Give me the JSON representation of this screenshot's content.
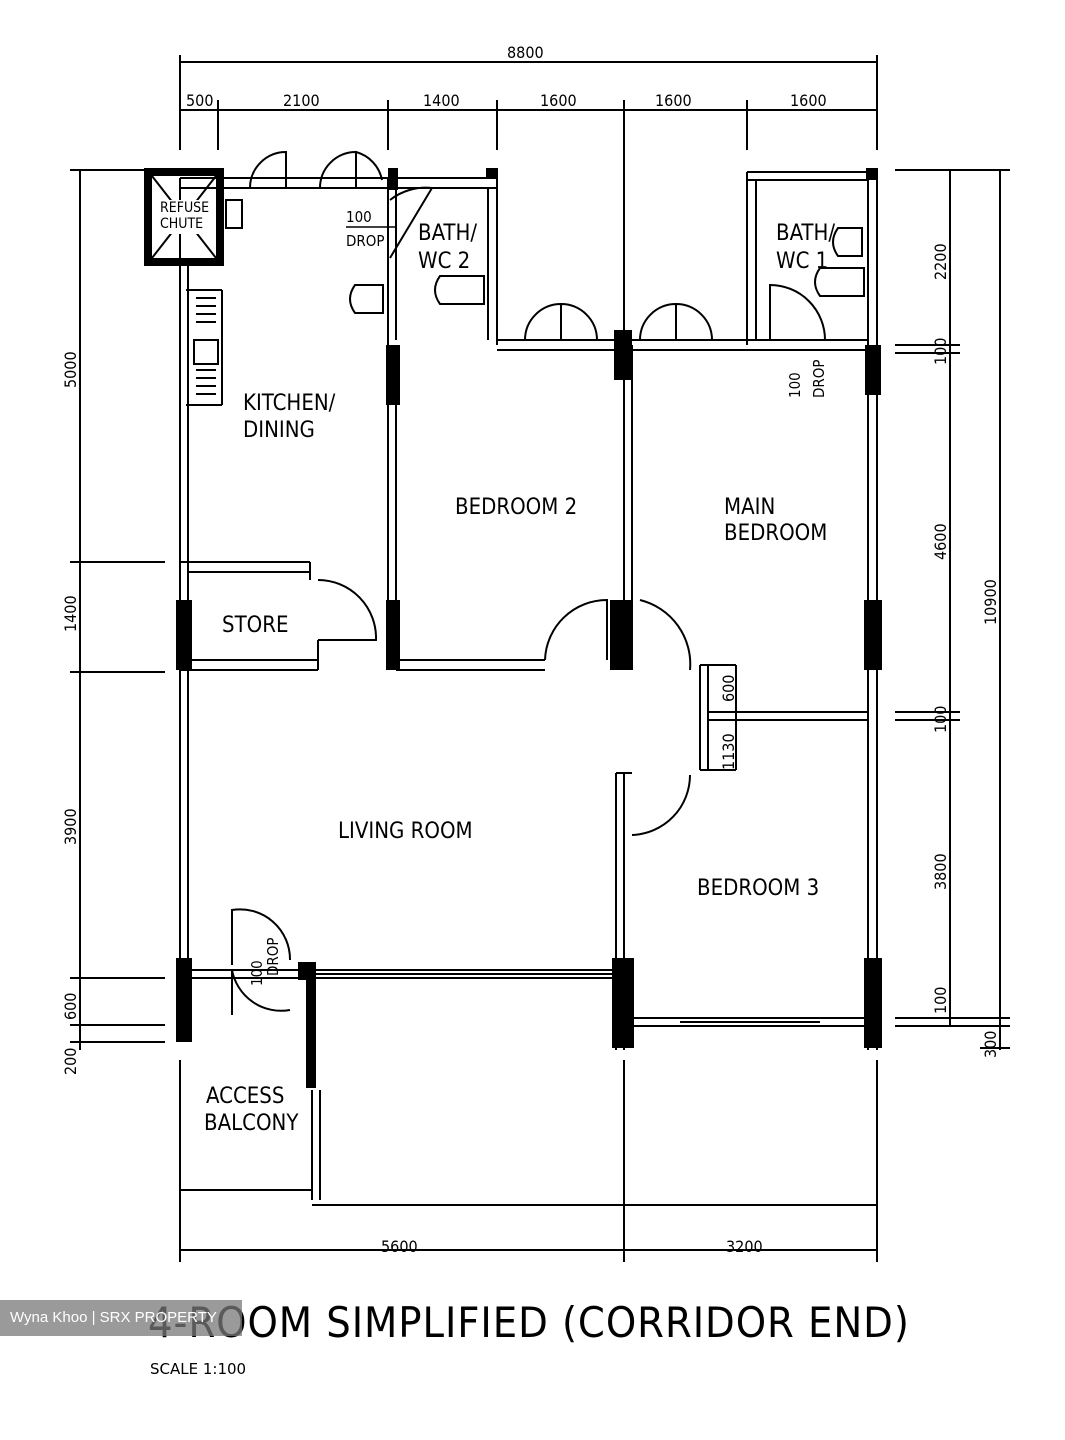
{
  "drawing": {
    "title": "4-ROOM SIMPLIFIED (CORRIDOR END)",
    "scale": "SCALE   1:100",
    "watermark": "Wyna Khoo | SRX PROPERTY"
  },
  "rooms": {
    "refuse_chute_1": "REFUSE",
    "refuse_chute_2": "CHUTE",
    "bath_wc2_1": "BATH/",
    "bath_wc2_2": "WC  2",
    "bath_wc1_1": "BATH/",
    "bath_wc1_2": "WC  1",
    "kitchen_1": "KITCHEN/",
    "kitchen_2": "DINING",
    "bedroom2": "BEDROOM  2",
    "main_bedroom_1": "MAIN",
    "main_bedroom_2": "BEDROOM",
    "store": "STORE",
    "living": "LIVING ROOM",
    "bedroom3": "BEDROOM  3",
    "access_1": "ACCESS",
    "access_2": "BALCONY"
  },
  "drops": {
    "drop_wc2_a": "100",
    "drop_wc2_b": "DROP",
    "drop_wc1_a": "100",
    "drop_wc1_b": "DROP",
    "drop_balcony_a": "100",
    "drop_balcony_b": "DROP"
  },
  "dimensions": {
    "top_total": "8800",
    "top_segments": [
      "500",
      "2100",
      "1400",
      "1600",
      "1600",
      "1600"
    ],
    "bottom_segments": [
      "5600",
      "3200"
    ],
    "left_segments": [
      "5000",
      "1400",
      "3900",
      "600",
      "200"
    ],
    "right_inner": [
      "2200",
      "100",
      "4600",
      "100",
      "3800",
      "100"
    ],
    "right_total": "10900",
    "right_outer_small": "300",
    "inner_600": "600",
    "inner_1130": "1130"
  }
}
